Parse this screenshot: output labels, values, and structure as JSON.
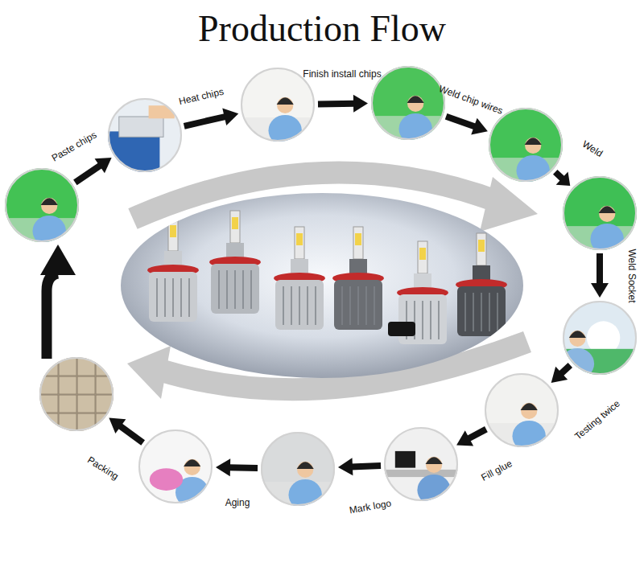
{
  "diagram": {
    "title": "Production Flow",
    "nodes": [
      {
        "text": [
          "Paste chips"
        ]
      },
      {
        "text": [
          "Heat chips"
        ]
      },
      {
        "text": [
          "Finish install chips"
        ]
      },
      {
        "text": [
          "Weld chip wires"
        ]
      },
      {
        "text": [
          "Weld"
        ]
      },
      {
        "text": [
          "Weld Socket"
        ]
      },
      {
        "text": [
          "Testing twice"
        ]
      },
      {
        "text": [
          "Fill glue"
        ]
      },
      {
        "text": [
          "Mark logo"
        ]
      },
      {
        "text": [
          "Aging"
        ]
      },
      {
        "text": [
          "Packing"
        ]
      }
    ],
    "edges": [
      {
        "from": 0,
        "to": 1,
        "arrow": "to"
      },
      {
        "from": 1,
        "to": 2,
        "arrow": "to"
      },
      {
        "from": 2,
        "to": 3,
        "arrow": "to"
      },
      {
        "from": 3,
        "to": 4,
        "arrow": "to"
      },
      {
        "from": 4,
        "to": 5,
        "arrow": "to"
      },
      {
        "from": 5,
        "to": 6,
        "arrow": "to"
      },
      {
        "from": 6,
        "to": 7,
        "arrow": "to"
      },
      {
        "from": 7,
        "to": 8,
        "arrow": "to"
      },
      {
        "from": 8,
        "to": 9,
        "arrow": "to"
      },
      {
        "from": 9,
        "to": 10,
        "arrow": "to"
      }
    ]
  }
}
